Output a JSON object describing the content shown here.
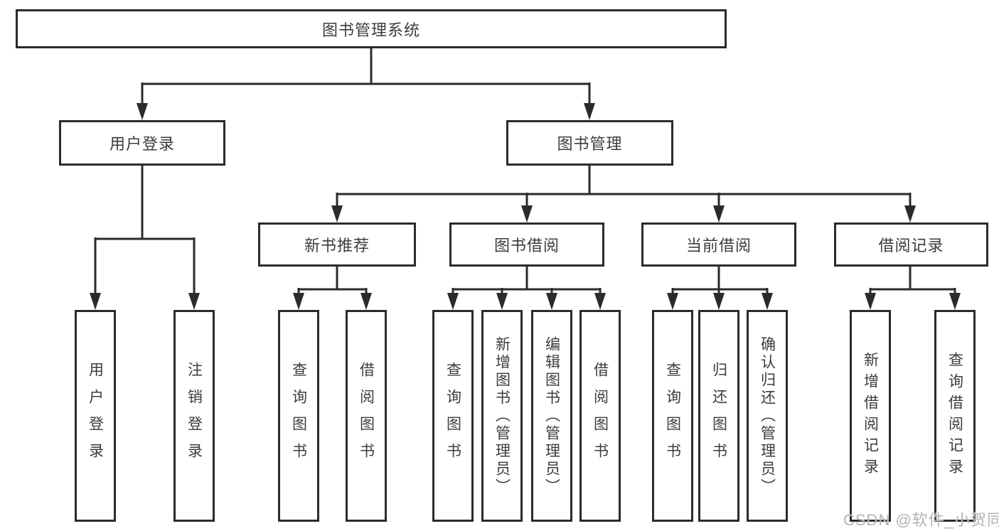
{
  "diagram": {
    "title": "图书管理系统",
    "root": {
      "label": "图书管理系统",
      "children": [
        {
          "label": "用户登录",
          "children": [
            {
              "label": "用户登录"
            },
            {
              "label": "注销登录"
            }
          ]
        },
        {
          "label": "图书管理",
          "children": [
            {
              "label": "新书推荐",
              "children": [
                {
                  "label": "查询图书"
                },
                {
                  "label": "借阅图书"
                }
              ]
            },
            {
              "label": "图书借阅",
              "children": [
                {
                  "label": "查询图书"
                },
                {
                  "label": "新增图书（管理员）"
                },
                {
                  "label": "编辑图书（管理员）"
                },
                {
                  "label": "借阅图书"
                }
              ]
            },
            {
              "label": "当前借阅",
              "children": [
                {
                  "label": "查询图书"
                },
                {
                  "label": "归还图书"
                },
                {
                  "label": "确认归还（管理员）"
                }
              ]
            },
            {
              "label": "借阅记录",
              "children": [
                {
                  "label": "新增借阅记录"
                },
                {
                  "label": "查询借阅记录"
                }
              ]
            }
          ]
        }
      ]
    }
  },
  "watermark": {
    "text": "CSDN @软件_小贺同学"
  },
  "colors": {
    "background": "#ffffff",
    "line": "#2b2b2b",
    "box_border": "#2b2b2b",
    "text": "#3c3c3c",
    "watermark": "#b3b3b3"
  }
}
